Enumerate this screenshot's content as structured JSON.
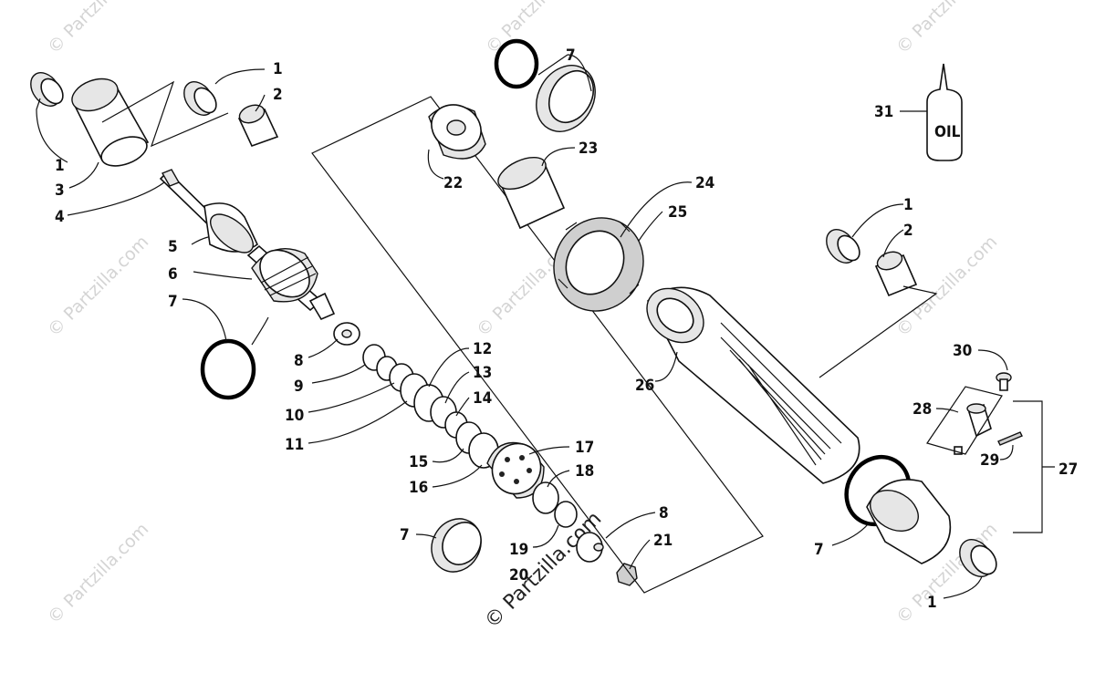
{
  "diagram": {
    "callouts": [
      {
        "id": "c-1a",
        "text": "1"
      },
      {
        "id": "c-2a",
        "text": "2"
      },
      {
        "id": "c-1b",
        "text": "1"
      },
      {
        "id": "c-3",
        "text": "3"
      },
      {
        "id": "c-4",
        "text": "4"
      },
      {
        "id": "c-5",
        "text": "5"
      },
      {
        "id": "c-6",
        "text": "6"
      },
      {
        "id": "c-7a",
        "text": "7"
      },
      {
        "id": "c-8a",
        "text": "8"
      },
      {
        "id": "c-9",
        "text": "9"
      },
      {
        "id": "c-10",
        "text": "10"
      },
      {
        "id": "c-11",
        "text": "11"
      },
      {
        "id": "c-12",
        "text": "12"
      },
      {
        "id": "c-13",
        "text": "13"
      },
      {
        "id": "c-14",
        "text": "14"
      },
      {
        "id": "c-15",
        "text": "15"
      },
      {
        "id": "c-16",
        "text": "16"
      },
      {
        "id": "c-17",
        "text": "17"
      },
      {
        "id": "c-18",
        "text": "18"
      },
      {
        "id": "c-7b",
        "text": "7"
      },
      {
        "id": "c-19",
        "text": "19"
      },
      {
        "id": "c-20",
        "text": "20"
      },
      {
        "id": "c-8b",
        "text": "8"
      },
      {
        "id": "c-21",
        "text": "21"
      },
      {
        "id": "c-7c",
        "text": "7"
      },
      {
        "id": "c-22",
        "text": "22"
      },
      {
        "id": "c-23",
        "text": "23"
      },
      {
        "id": "c-24",
        "text": "24"
      },
      {
        "id": "c-25",
        "text": "25"
      },
      {
        "id": "c-26",
        "text": "26"
      },
      {
        "id": "c-31",
        "text": "31"
      },
      {
        "id": "c-1c",
        "text": "1"
      },
      {
        "id": "c-2c",
        "text": "2"
      },
      {
        "id": "c-30",
        "text": "30"
      },
      {
        "id": "c-28",
        "text": "28"
      },
      {
        "id": "c-29",
        "text": "29"
      },
      {
        "id": "c-27",
        "text": "27"
      },
      {
        "id": "c-7d",
        "text": "7"
      },
      {
        "id": "c-1d",
        "text": "1"
      }
    ],
    "oil_label": "OIL",
    "watermark": "© Partzilla.com"
  },
  "colors": {
    "line": "#111111",
    "watermark": "#d4d4d4",
    "oring": "#000000"
  }
}
